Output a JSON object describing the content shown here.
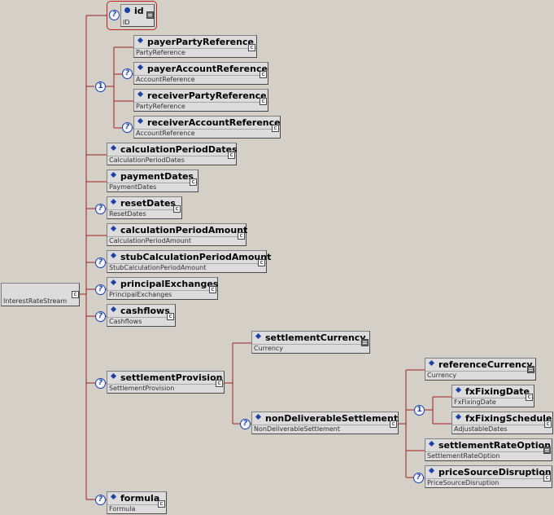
{
  "root": {
    "type": "InterestRateStream"
  },
  "id_attr": {
    "name": "id",
    "type": "ID"
  },
  "choice_group": {
    "multiplicity": "1"
  },
  "nodes": {
    "payerPartyReference": {
      "name": "payerPartyReference",
      "type": "PartyReference"
    },
    "payerAccountReference": {
      "name": "payerAccountReference",
      "type": "AccountReference"
    },
    "receiverPartyReference": {
      "name": "receiverPartyReference",
      "type": "PartyReference"
    },
    "receiverAccountReference": {
      "name": "receiverAccountReference",
      "type": "AccountReference"
    },
    "calculationPeriodDates": {
      "name": "calculationPeriodDates",
      "type": "CalculationPeriodDates"
    },
    "paymentDates": {
      "name": "paymentDates",
      "type": "PaymentDates"
    },
    "resetDates": {
      "name": "resetDates",
      "type": "ResetDates"
    },
    "calculationPeriodAmount": {
      "name": "calculationPeriodAmount",
      "type": "CalculationPeriodAmount"
    },
    "stubCalculationPeriodAmount": {
      "name": "stubCalculationPeriodAmount",
      "type": "StubCalculationPeriodAmount"
    },
    "principalExchanges": {
      "name": "principalExchanges",
      "type": "PrincipalExchanges"
    },
    "cashflows": {
      "name": "cashflows",
      "type": "Cashflows"
    },
    "settlementProvision": {
      "name": "settlementProvision",
      "type": "SettlementProvision"
    },
    "settlementCurrency": {
      "name": "settlementCurrency",
      "type": "Currency"
    },
    "nonDeliverableSettlement": {
      "name": "nonDeliverableSettlement",
      "type": "NonDeliverableSettlement"
    },
    "referenceCurrency": {
      "name": "referenceCurrency",
      "type": "Currency"
    },
    "fxFixingDate": {
      "name": "fxFixingDate",
      "type": "FxFixingDate"
    },
    "fxFixingSchedule": {
      "name": "fxFixingSchedule",
      "type": "AdjustableDates"
    },
    "settlementRateOption": {
      "name": "settlementRateOption",
      "type": "SettlementRateOption"
    },
    "priceSourceDisruption": {
      "name": "priceSourceDisruption",
      "type": "PriceSourceDisruption"
    },
    "formula": {
      "name": "formula",
      "type": "Formula"
    }
  },
  "symbols": {
    "optional": "?",
    "choice": "1",
    "complex_type_icon": "c"
  }
}
